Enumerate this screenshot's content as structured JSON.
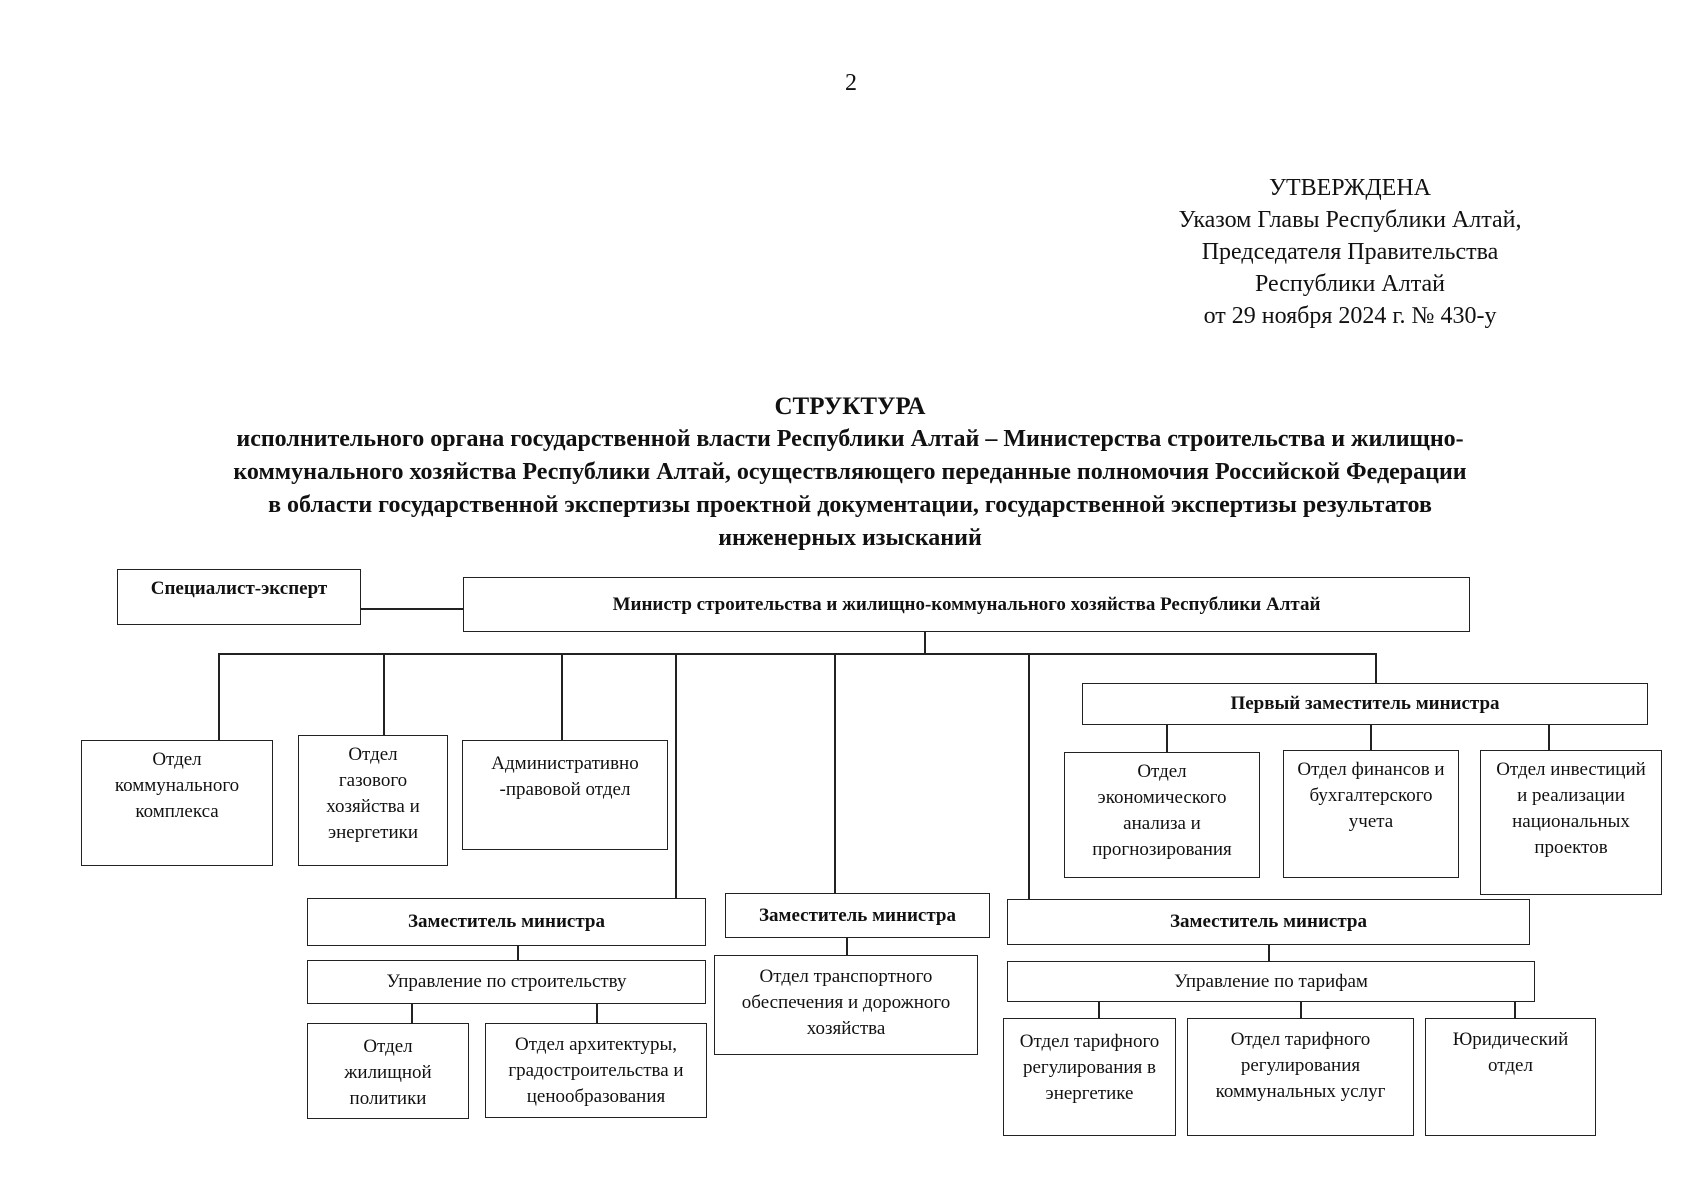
{
  "page_number": "2",
  "approval": {
    "line1": "УТВЕРЖДЕНА",
    "line2": "Указом Главы Республики Алтай,",
    "line3": "Председателя Правительства",
    "line4": "Республики Алтай",
    "line5": "от 29 ноября 2024 г. № 430-у"
  },
  "title": {
    "heading": "СТРУКТУРА",
    "line1": "исполнительного органа государственной власти Республики Алтай – Министерства строительства и жилищно-",
    "line2": "коммунального хозяйства Республики Алтай, осуществляющего переданные полномочия Российской Федерации",
    "line3": "в области государственной экспертизы проектной документации, государственной экспертизы результатов",
    "line4": "инженерных изысканий"
  },
  "org": {
    "specialist": "Специалист-эксперт",
    "minister": "Министр строительства и жилищно-коммунального хозяйства Республики Алтай",
    "dept_communal": "Отдел коммунального комплекса",
    "dept_gas": "Отдел газового хозяйства и энергетики",
    "dept_admin": "Административно -правовой отдел",
    "first_deputy": "Первый заместитель министра",
    "dept_economic": "Отдел экономического анализа и прогнозирования",
    "dept_finance": "Отдел финансов и бухгалтерского учета",
    "dept_invest": "Отдел инвестиций и реализации национальных проектов",
    "deputy_left": "Заместитель министра",
    "deputy_center": "Заместитель министра",
    "deputy_right": "Заместитель министра",
    "mgmt_construction": "Управление по строительству",
    "dept_housing": "Отдел жилищной политики",
    "dept_architecture": "Отдел архитектуры, градостроительства и ценообразования",
    "dept_transport": "Отдел транспортного обеспечения и дорожного хозяйства",
    "mgmt_tariffs": "Управление по тарифам",
    "dept_tariff_energy": "Отдел тарифного регулирования в энергетике",
    "dept_tariff_communal": "Отдел тарифного регулирования коммунальных услуг",
    "dept_legal": "Юридический отдел"
  }
}
